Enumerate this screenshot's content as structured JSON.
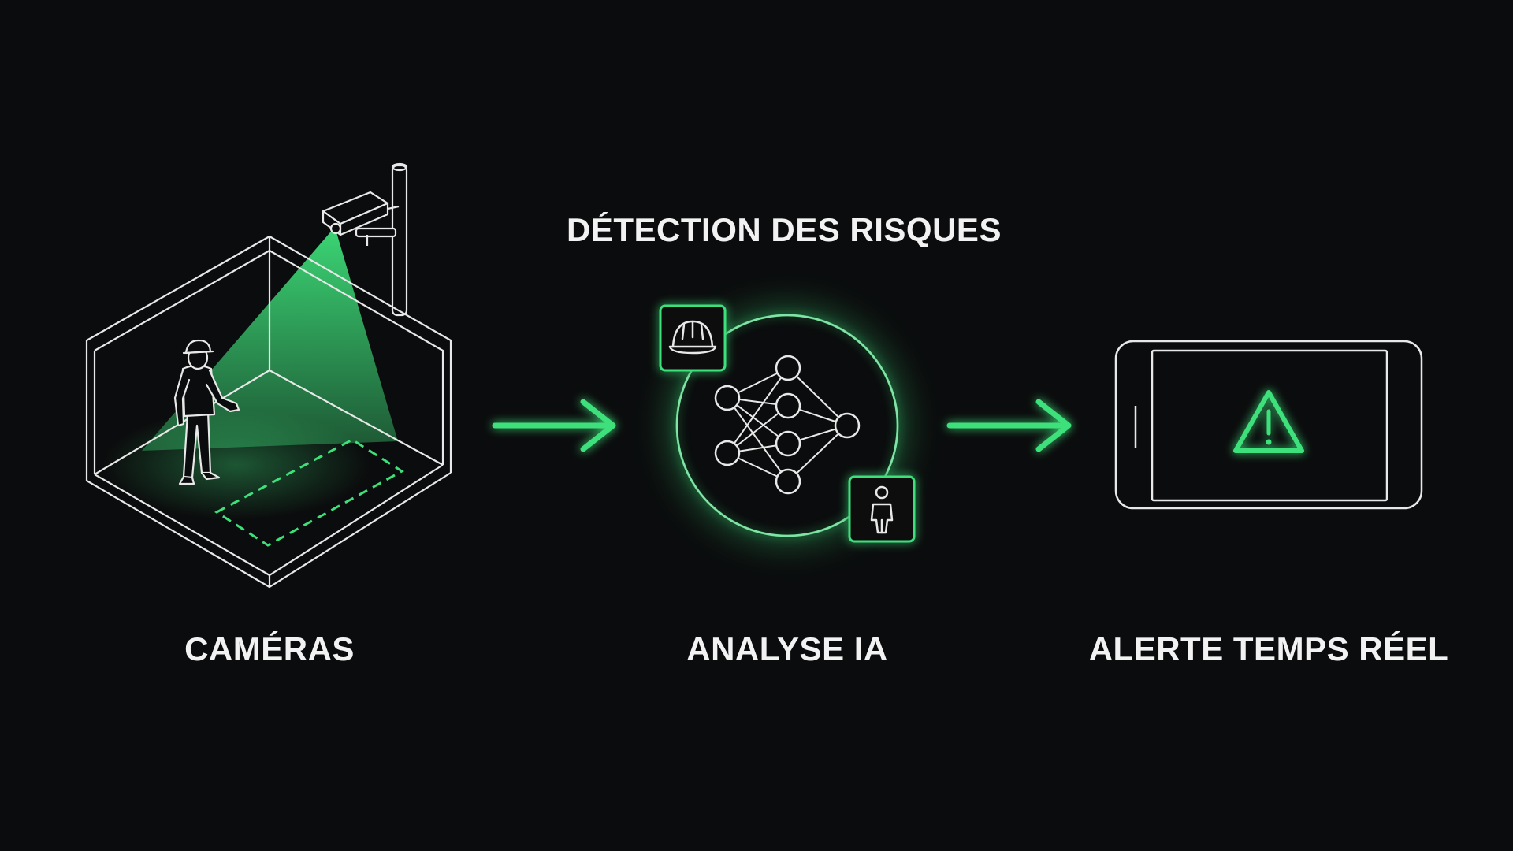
{
  "steps": [
    {
      "id": "cameras",
      "label": "CAMÉRAS"
    },
    {
      "id": "analyse",
      "label": "ANALYSE IA"
    },
    {
      "id": "alerte",
      "label": "ALERTE TEMPS RÉEL"
    }
  ],
  "ai_heading": "DÉTECTION DES RISQUES",
  "icons": {
    "cameras": [
      "isometric-room-icon",
      "security-camera-icon",
      "worker-icon",
      "danger-zone-icon"
    ],
    "analyse": [
      "neural-network-icon",
      "hard-hat-icon",
      "person-icon"
    ],
    "alerte": [
      "smartphone-icon",
      "warning-triangle-icon"
    ]
  },
  "colors": {
    "background": "#0b0c0d",
    "accent": "#3ee07a",
    "line": "#e8e8e8"
  }
}
